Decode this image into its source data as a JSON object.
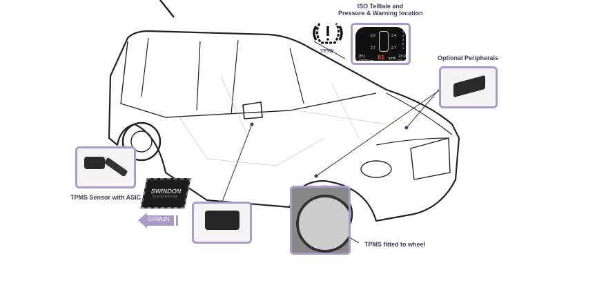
{
  "labels": {
    "iso_line1": "ISO Telltale and",
    "iso_line2": "Pressure & Warning location",
    "tpms_icon_label": "TPMS",
    "optional_peripherals": "Optional Peripherals",
    "sensor_asic": "TPMS Sensor with ASIC",
    "fitted_wheel": "TPMS fitted to wheel",
    "can_lin": "CAN/LIN",
    "chip_brand": "SWINDON",
    "chip_sub": "SILICON SYSTEMS"
  },
  "dashboard": {
    "tire_fl": "2.6",
    "tire_fr": "2.4",
    "tire_rl": "2.7",
    "tire_rr": "2.7",
    "speed": "81",
    "speed_unit": "km/h",
    "left_top": "15°c",
    "left_bottom": "17523 km",
    "right_top": "13:30",
    "right_bottom": "123.4 km",
    "gears": [
      "5",
      "4",
      "3",
      "2",
      "1"
    ],
    "modes": [
      "P",
      "R",
      "N",
      "D"
    ]
  },
  "colors": {
    "frame": "#a89cc8",
    "label": "#3d3d5c",
    "speed": "#e8502a",
    "arrow": "#a89cc8"
  }
}
